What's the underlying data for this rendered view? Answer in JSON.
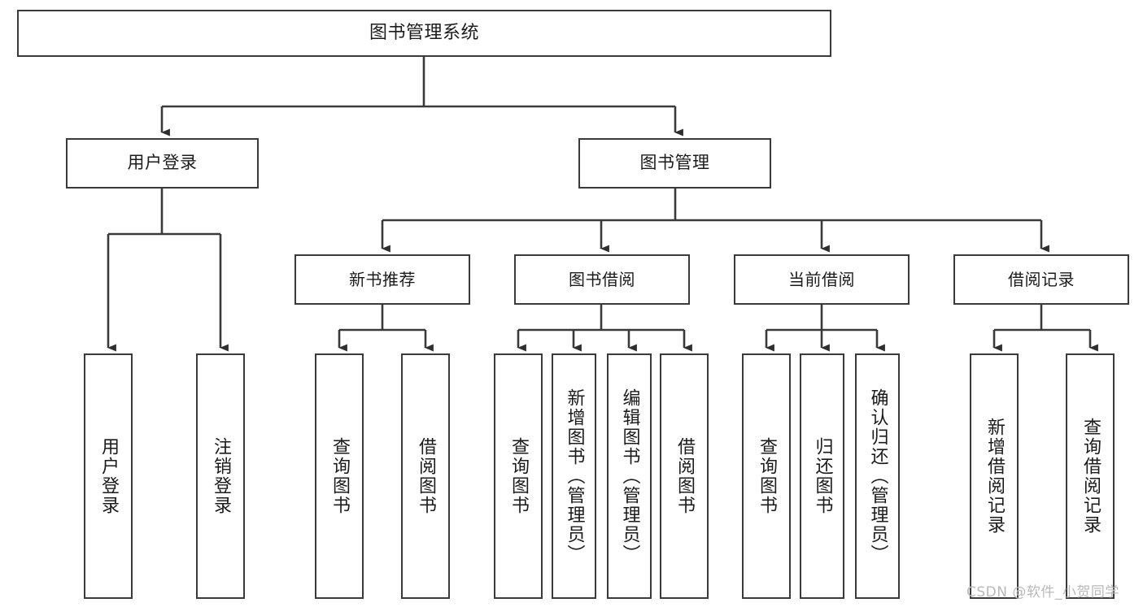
{
  "diagram": {
    "title": "图书管理系统",
    "watermark": "CSDN @软件_小贺同学",
    "line_color": "#3a3a3a",
    "box_fill": "#ffffff",
    "text_color": "#1b1b1b"
  },
  "root": {
    "label": "图书管理系统"
  },
  "level2": [
    {
      "label": "用户登录"
    },
    {
      "label": "图书管理"
    }
  ],
  "level3": [
    {
      "label": "新书推荐"
    },
    {
      "label": "图书借阅"
    },
    {
      "label": "当前借阅"
    },
    {
      "label": "借阅记录"
    }
  ],
  "leaves": {
    "user_login": [
      {
        "label": "用户登录"
      },
      {
        "label": "注销登录"
      }
    ],
    "new_book_recommend": [
      {
        "label": "查询图书"
      },
      {
        "label": "借阅图书"
      }
    ],
    "book_borrow": [
      {
        "label": "查询图书"
      },
      {
        "label": "新增图书（管理员）"
      },
      {
        "label": "编辑图书（管理员）"
      },
      {
        "label": "借阅图书"
      }
    ],
    "current_borrow": [
      {
        "label": "查询图书"
      },
      {
        "label": "归还图书"
      },
      {
        "label": "确认归还（管理员）"
      }
    ],
    "borrow_record": [
      {
        "label": "新增借阅记录"
      },
      {
        "label": "查询借阅记录"
      }
    ]
  }
}
